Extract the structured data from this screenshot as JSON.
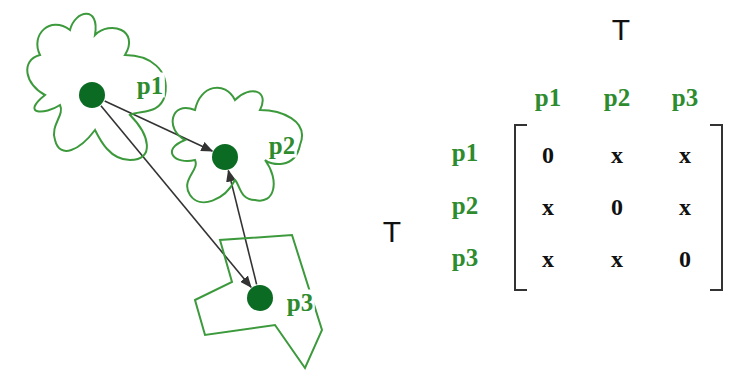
{
  "diagram": {
    "nodes": [
      {
        "text": [
          "p1"
        ]
      },
      {
        "text": [
          "p2"
        ]
      },
      {
        "text": [
          "p3"
        ]
      }
    ],
    "edges": [
      {
        "from": 0,
        "to": 1,
        "arrow": "to"
      },
      {
        "from": 0,
        "to": 2,
        "arrow": "to"
      },
      {
        "from": 2,
        "to": 1,
        "arrow": "to"
      }
    ],
    "labels": [
      "T",
      "p1",
      "p2",
      "p3",
      "p1",
      "0",
      "x",
      "x",
      "T",
      "p2",
      "x",
      "0",
      "x",
      "p3",
      "x",
      "x",
      "0"
    ]
  }
}
